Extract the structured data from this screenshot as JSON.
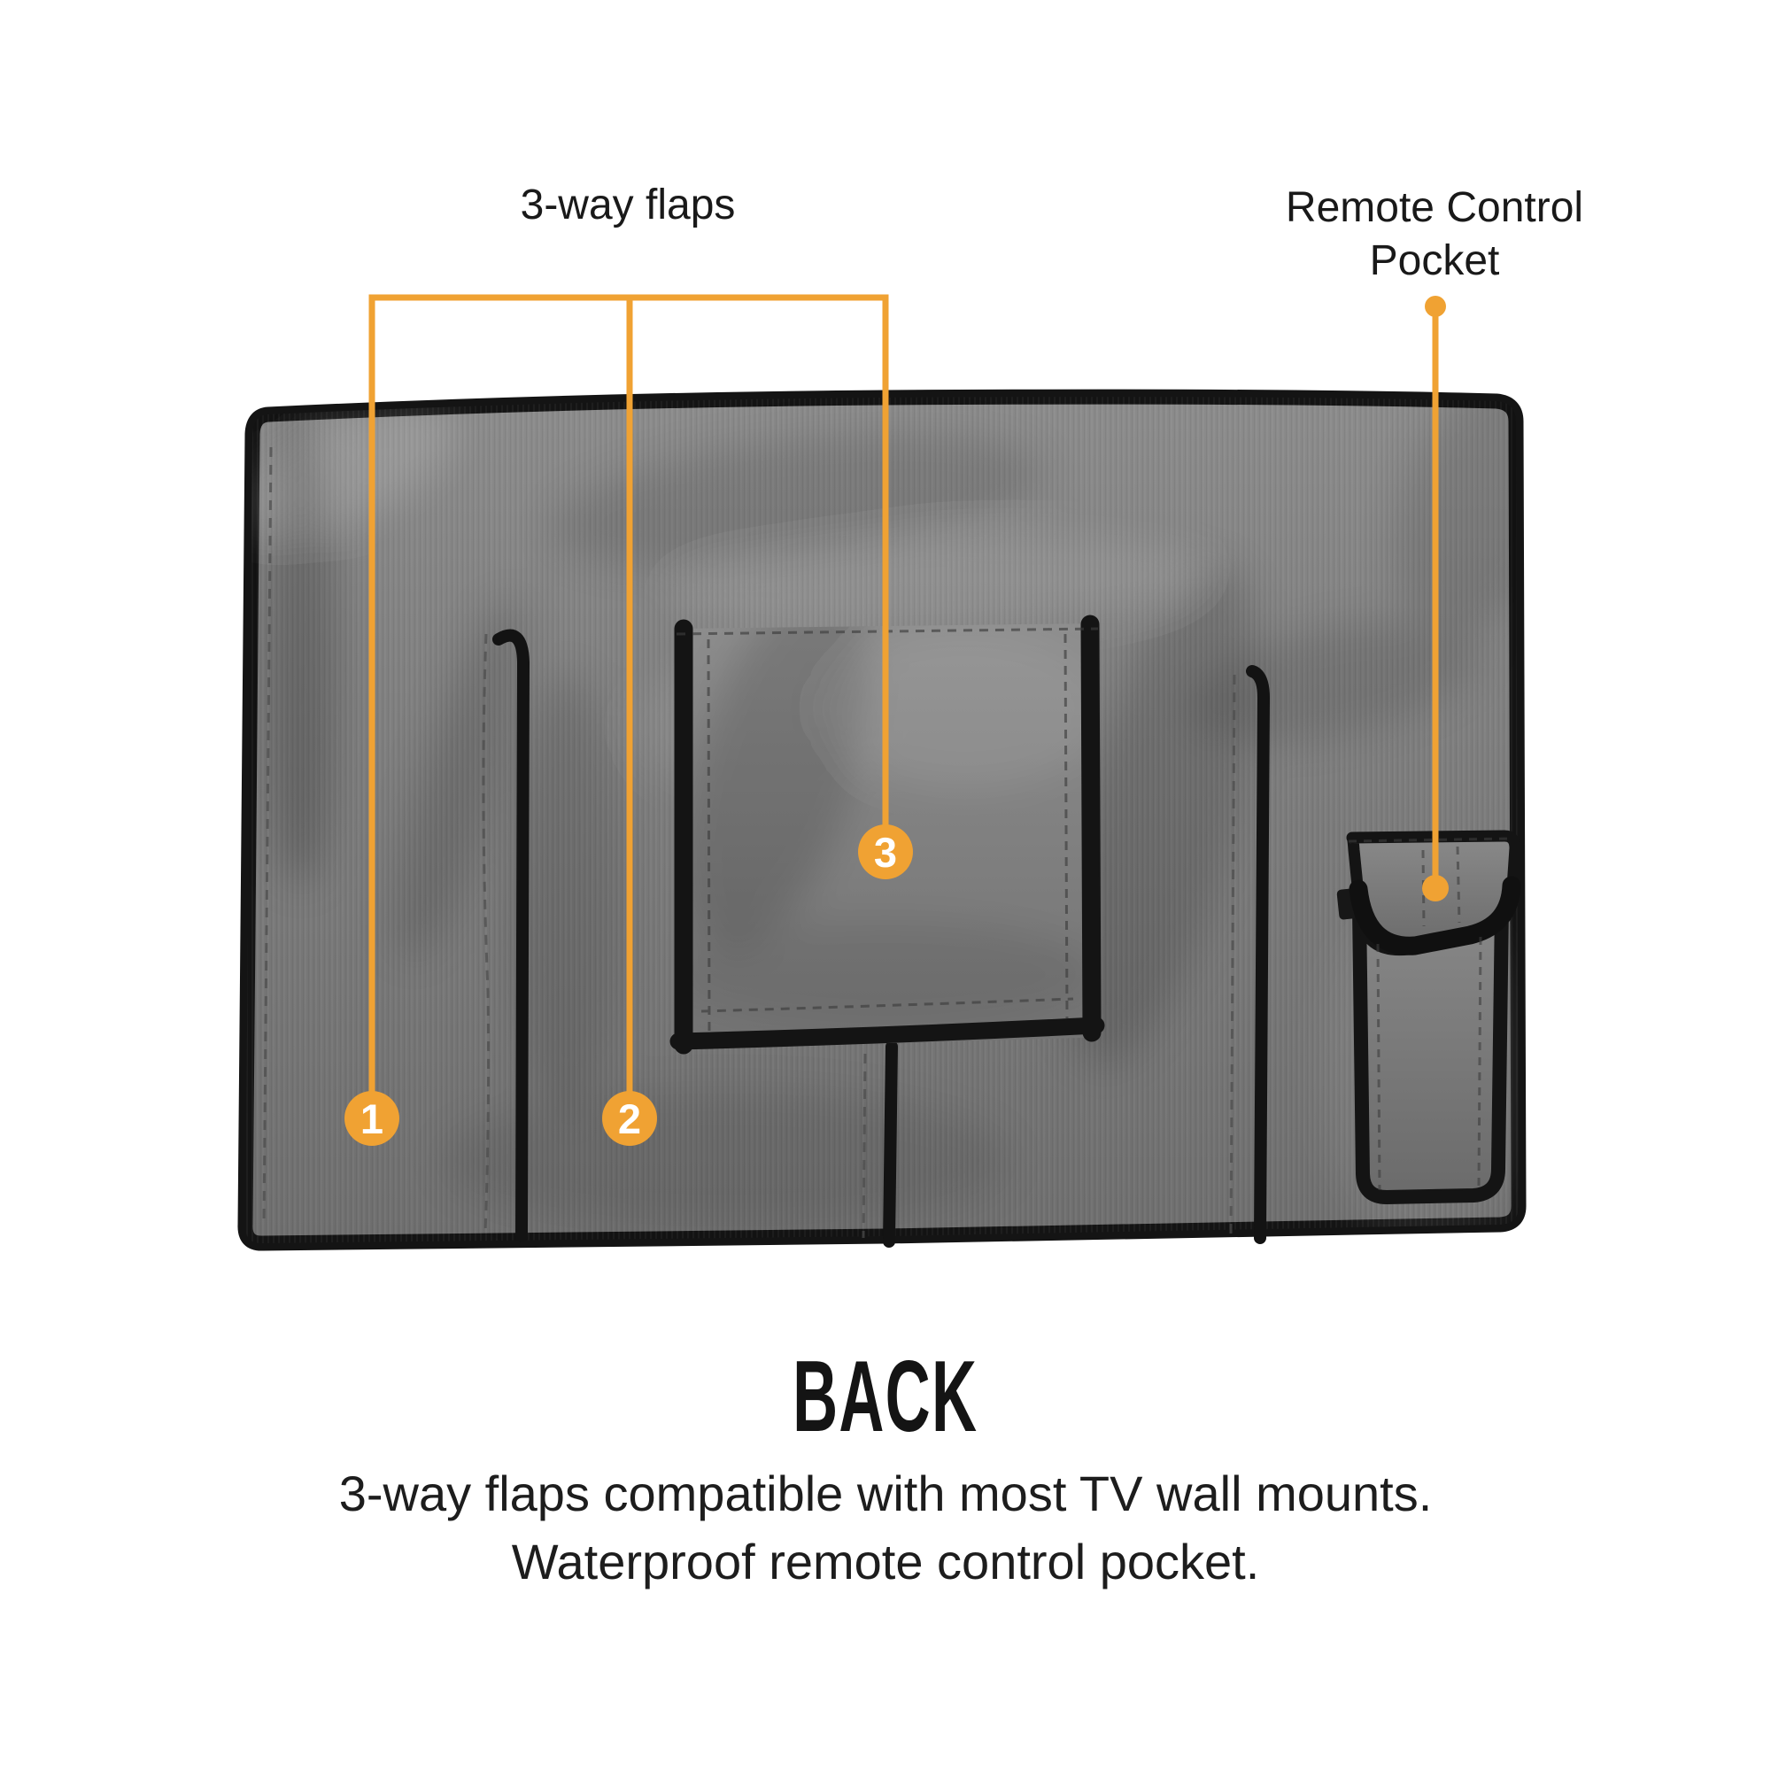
{
  "callouts": {
    "flaps": {
      "label": "3-way flaps",
      "markers": [
        "1",
        "2",
        "3"
      ]
    },
    "remote": {
      "label_line1": "Remote Control",
      "label_line2": "Pocket"
    }
  },
  "footer": {
    "title": "BACK",
    "description_line1": "3-way flaps compatible with most TV wall mounts.",
    "description_line2": "Waterproof remote control pocket."
  },
  "colors": {
    "accent_orange": "#F0A233",
    "fabric_gray": "#7E7E7E",
    "trim_black": "#161616",
    "text_black": "#1A1A1A",
    "background": "#FFFFFF"
  }
}
